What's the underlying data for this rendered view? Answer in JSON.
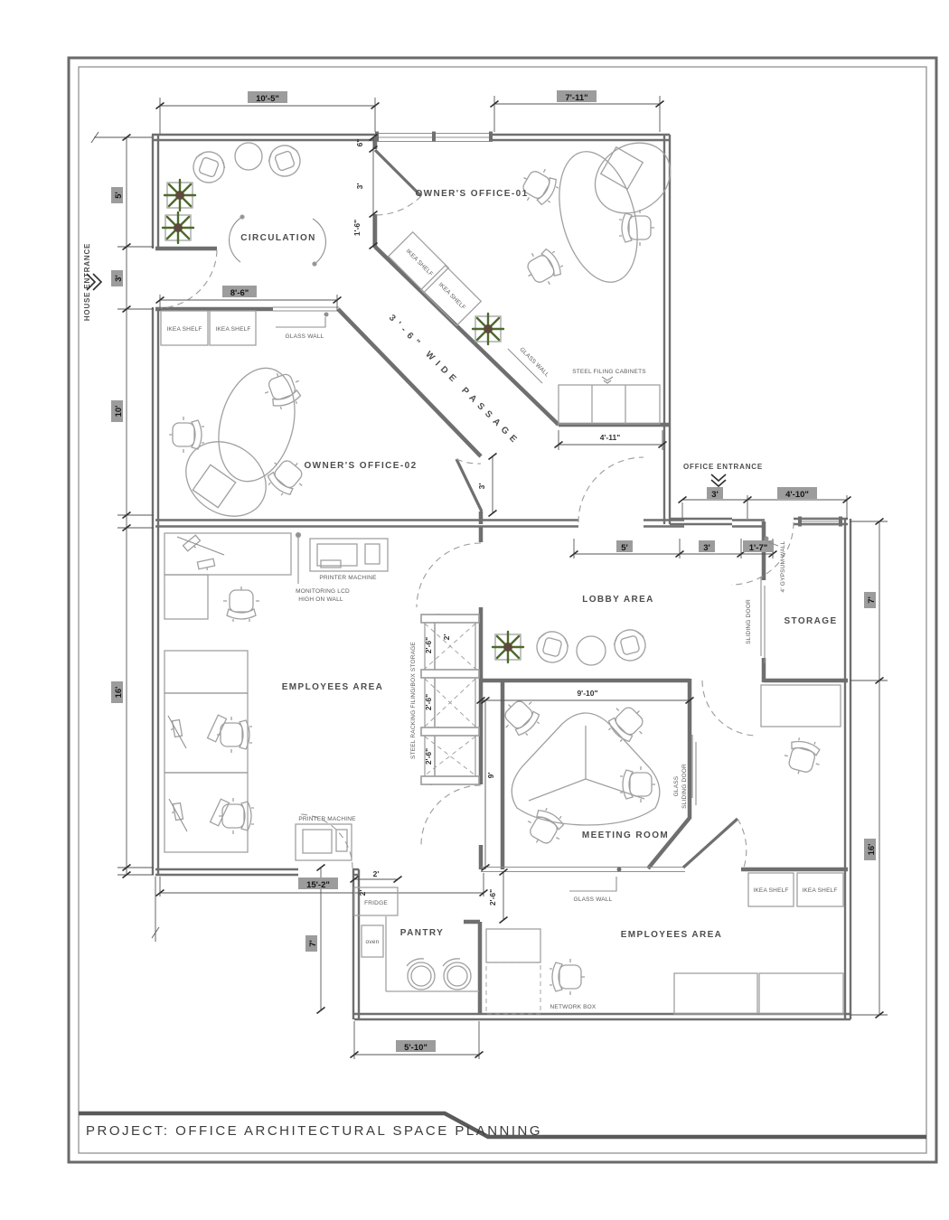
{
  "title_block": {
    "project": "PROJECT:  OFFICE  ARCHITECTURAL  SPACE  PLANNING"
  },
  "colors": {
    "wall": "#6f6f6f",
    "badge_bg": "#9c9c9c",
    "plant_green": "#4c6a2d",
    "furniture_line": "#a0a0a0"
  },
  "rooms": {
    "circulation": "CIRCULATION",
    "office01": "OWNER'S OFFICE-01",
    "office02": "OWNER'S OFFICE-02",
    "lobby": "LOBBY AREA",
    "meeting": "MEETING ROOM",
    "storage": "STORAGE",
    "employees": "EMPLOYEES AREA",
    "pantry": "PANTRY"
  },
  "entrances": {
    "house": "HOUSE ENTRANCE",
    "office": "OFFICE ENTRANCE"
  },
  "annotations": {
    "wide_passage": "3'-6\" WIDE PASSAGE",
    "ikea_shelf": "IKEA SHELF",
    "glass_wall": "GLASS WALL",
    "steel_filing_cabinets": "STEEL FILING CABINETS",
    "printer_machine": "PRINTER MACHINE",
    "monitoring_lcd_1": "MONITORING  LCD",
    "monitoring_lcd_2": "HIGH ON WALL",
    "steel_racking": "STEEL RACKING FILING/BOX STORAGE",
    "sliding_door": "SLIDING DOOR",
    "gypsum_wall": "4' GYPSUM WALL",
    "glass_line": "GLASS",
    "network_box": "NETWORK BOX",
    "fridge": "FRIDGE",
    "oven": "oven"
  },
  "dims": {
    "ft10_5": "10'-5\"",
    "ft7_11": "7'-11\"",
    "ft8_6": "8'-6\"",
    "ft4_11": "4'-11\"",
    "ft4_10": "4'-10\"",
    "ft9_10": "9'-10\"",
    "ft15_2": "15'-2\"",
    "ft5_10": "5'-10\"",
    "ft1_7": "1'-7\"",
    "ft1_6": "1'-6\"",
    "ft2_6": "2'-6\"",
    "ft5": "5'",
    "ft3": "3'",
    "ft10": "10'",
    "ft16": "16'",
    "ft7": "7'",
    "ft9": "9'",
    "ft2": "2'",
    "in6": "6\""
  }
}
